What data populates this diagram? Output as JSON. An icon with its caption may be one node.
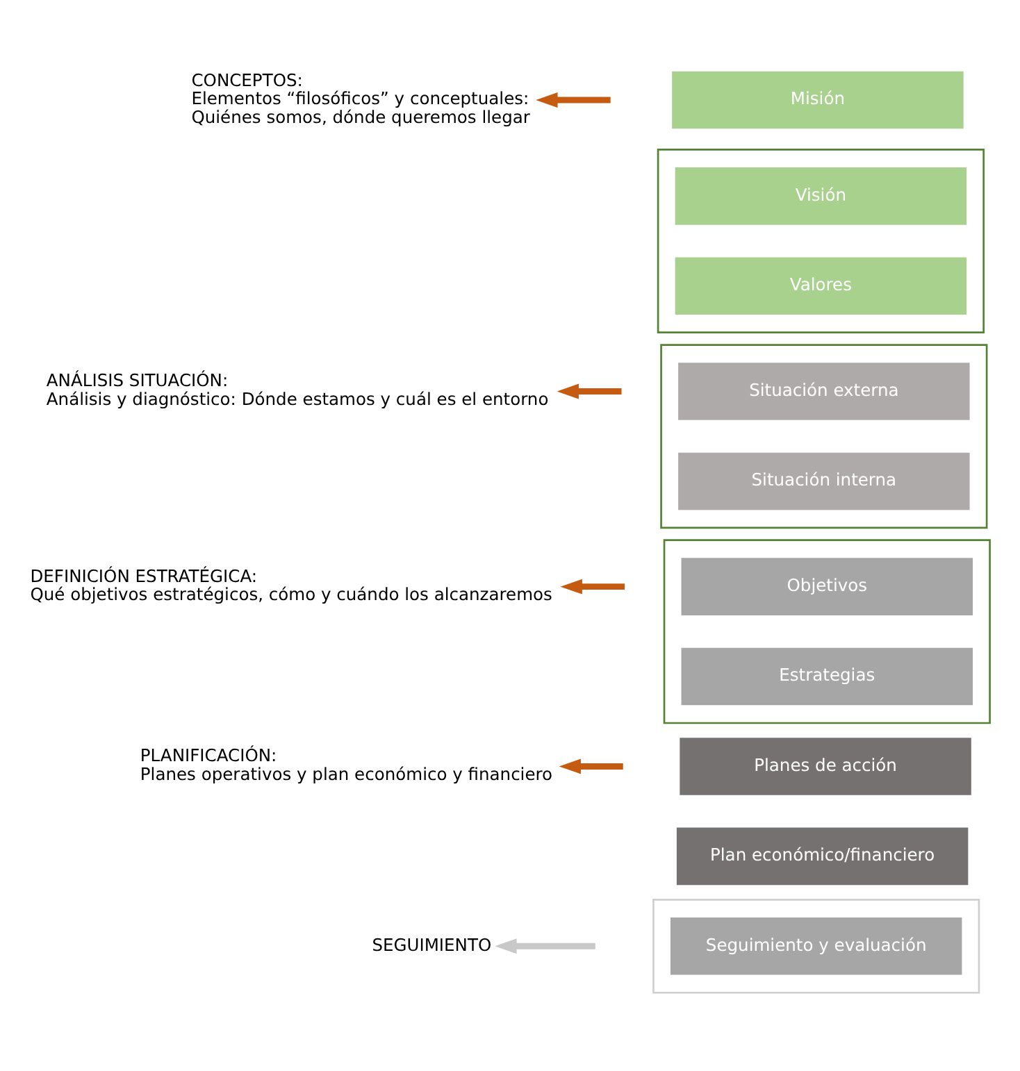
{
  "diagram": {
    "nodes": [
      {
        "text": [
          "CONCEPTOS:",
          "Elementos “filosóficos” y conceptuales:",
          "Quiénes somos, dónde queremos llegar"
        ]
      },
      {
        "text": [
          "ANÁLISIS SITUACIÓN:",
          "Análisis y diagnóstico: Dónde estamos y cuál es el entorno"
        ]
      },
      {
        "text": [
          "DEFINICIÓN ESTRATÉGICA:",
          "Qué objetivos estratégicos, cómo y cuándo los alcanzaremos"
        ]
      },
      {
        "text": [
          "PLANIFICACIÓN:",
          "Planes operativos y plan económico y financiero"
        ]
      },
      {
        "text": [
          "SEGUIMIENTO"
        ]
      },
      {
        "text": [
          "Misión"
        ]
      },
      {
        "text": [],
        "shape": "box"
      },
      {
        "text": [
          "Visión"
        ],
        "in": 6
      },
      {
        "text": [
          "Valores"
        ],
        "in": 6
      },
      {
        "text": [],
        "shape": "box"
      },
      {
        "text": [
          "Situación externa"
        ],
        "in": 9
      },
      {
        "text": [
          "Situación interna"
        ],
        "in": 9
      },
      {
        "text": [],
        "shape": "box"
      },
      {
        "text": [
          "Objetivos"
        ],
        "in": 12
      },
      {
        "text": [
          "Estrategias"
        ],
        "in": 12
      },
      {
        "text": [
          "Planes de acción"
        ]
      },
      {
        "text": [
          "Plan económico/financiero"
        ]
      },
      {
        "text": [],
        "shape": "box"
      },
      {
        "text": [
          "Seguimiento y evaluación"
        ],
        "in": 17
      }
    ],
    "edges": [
      {
        "from": null,
        "to": 0,
        "arrow": "to"
      },
      {
        "from": null,
        "to": 1,
        "arrow": "to"
      },
      {
        "from": null,
        "to": 2,
        "arrow": "to"
      },
      {
        "from": null,
        "to": 3,
        "arrow": "to"
      },
      {
        "from": null,
        "to": 4,
        "arrow": "to",
        "color": "#c8c8c8"
      }
    ]
  }
}
